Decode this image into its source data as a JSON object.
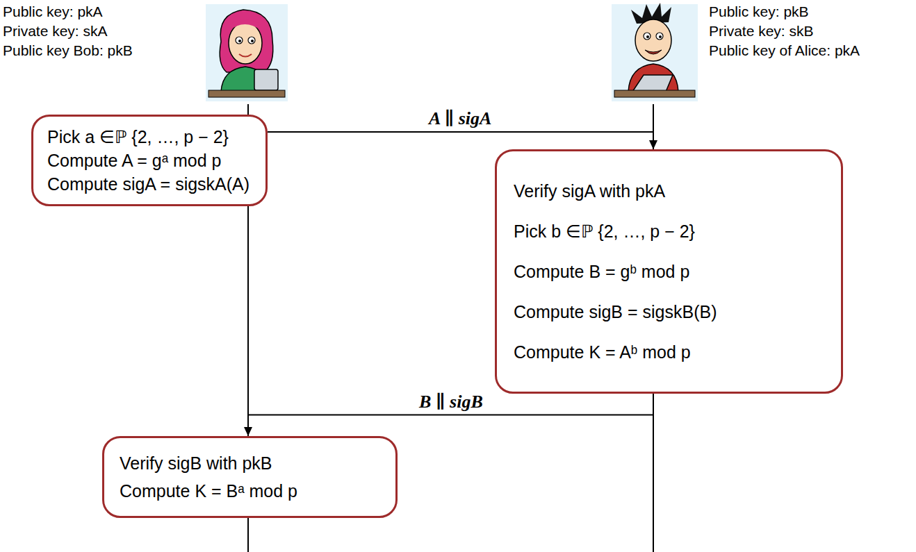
{
  "diagram": {
    "nodes": [
      {
        "text": [
          "Pick a ∈ℙ {2, …, p − 2}",
          "Compute A = gᵃ mod p",
          "Compute sigA = sigskA(A)"
        ]
      },
      {
        "text": [
          "Verify sigA with pkA",
          "Pick b ∈ℙ {2, …, p − 2}",
          "Compute B = gᵇ mod p",
          "Compute sigB = sigskB(B)",
          "Compute K = Aᵇ mod p"
        ]
      },
      {
        "text": [
          "Verify sigB with pkB",
          "Compute K = Bᵃ mod p"
        ]
      }
    ],
    "edges": [
      {
        "from": 0,
        "to": 1,
        "arrow": "to",
        "label": "A ∥ sigA"
      },
      {
        "from": 1,
        "to": 2,
        "arrow": "to",
        "label": "B ∥ sigB"
      }
    ],
    "labels": [
      "Public key: pkA",
      "Private key: skA",
      "Public key Bob: pkB",
      "Public key: pkB",
      "Private key: skB",
      "Public key of Alice: pkA"
    ]
  }
}
